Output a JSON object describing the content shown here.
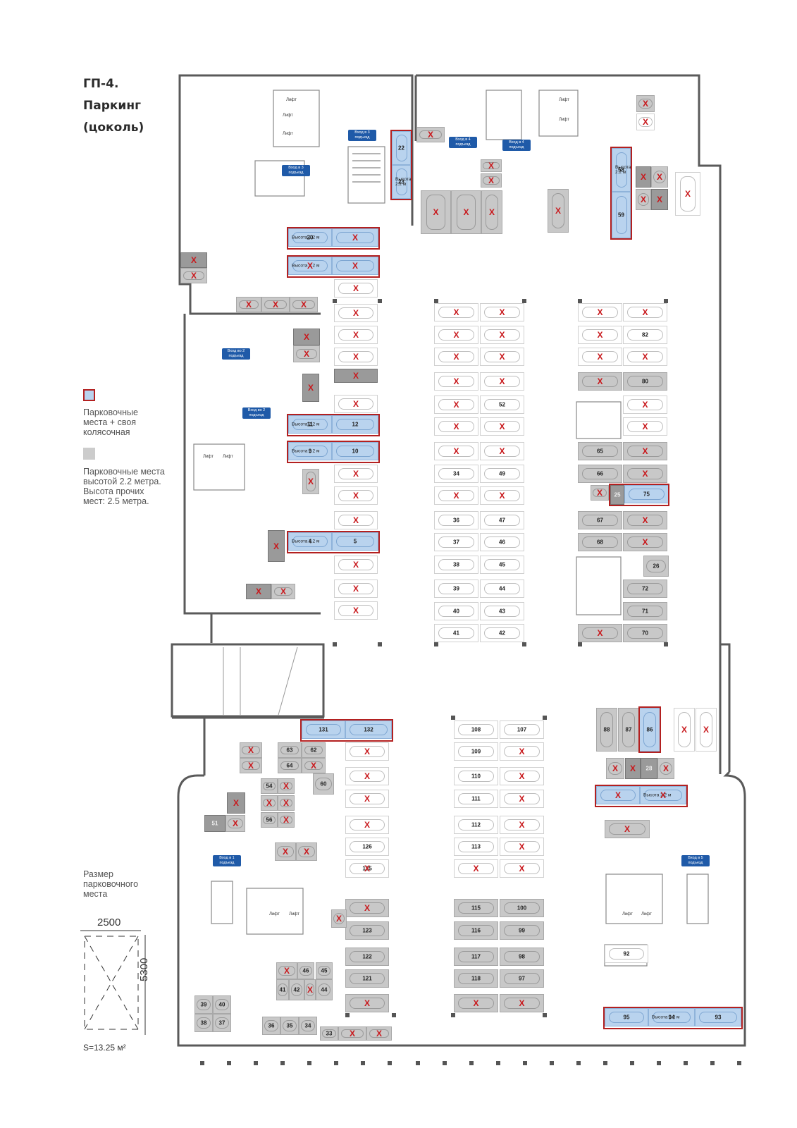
{
  "title_lines": [
    "ГП-4.",
    "Паркинг",
    "(цоколь)"
  ],
  "legend": {
    "blue_text": "Парковочные места + своя колясочная",
    "gray_text": "Парковочные места высотой 2.2 метра. Высота прочих мест: 2.5 метра.",
    "blue_color": "#b9d3ee",
    "blue_border": "#b32020",
    "gray_color": "#cccccc"
  },
  "size_label": "Размер парковочного места",
  "dim_width": "2500",
  "dim_height": "5300",
  "area": "S=13.25 м²",
  "lift_label": "Лифт",
  "entrances": [
    "Вход в 3 подъезд",
    "Вход в 3 подъезд",
    "Вход в 4 подъезд",
    "Вход в 4 подъезд",
    "Вход во 2 подъезд",
    "Вход во 2 подъезд",
    "Вход в 1 подъезд",
    "Вход в 5 подъезд"
  ],
  "height_note": "Высота 2.2 м",
  "sold_mark": "X",
  "colors": {
    "walls": "#5a5a5a",
    "sold": "#c8191d",
    "blue_btn": "#1f5aa8"
  },
  "spaces": [
    {
      "n": "22"
    },
    {
      "n": "23"
    },
    {
      "n": "20"
    },
    {
      "n": "58"
    },
    {
      "n": "59"
    },
    {
      "n": "11"
    },
    {
      "n": "12"
    },
    {
      "n": "9"
    },
    {
      "n": "10"
    },
    {
      "n": "4"
    },
    {
      "n": "5"
    },
    {
      "n": "52"
    },
    {
      "n": "34"
    },
    {
      "n": "49"
    },
    {
      "n": "36"
    },
    {
      "n": "47"
    },
    {
      "n": "37"
    },
    {
      "n": "46"
    },
    {
      "n": "38"
    },
    {
      "n": "45"
    },
    {
      "n": "39"
    },
    {
      "n": "44"
    },
    {
      "n": "40"
    },
    {
      "n": "43"
    },
    {
      "n": "41"
    },
    {
      "n": "42"
    },
    {
      "n": "82"
    },
    {
      "n": "80"
    },
    {
      "n": "65"
    },
    {
      "n": "66"
    },
    {
      "n": "25"
    },
    {
      "n": "75"
    },
    {
      "n": "67"
    },
    {
      "n": "68"
    },
    {
      "n": "26"
    },
    {
      "n": "72"
    },
    {
      "n": "71"
    },
    {
      "n": "70"
    },
    {
      "n": "131"
    },
    {
      "n": "132"
    },
    {
      "n": "108"
    },
    {
      "n": "107"
    },
    {
      "n": "109"
    },
    {
      "n": "110"
    },
    {
      "n": "111"
    },
    {
      "n": "112"
    },
    {
      "n": "113"
    },
    {
      "n": "126"
    },
    {
      "n": "125"
    },
    {
      "n": "123"
    },
    {
      "n": "122"
    },
    {
      "n": "121"
    },
    {
      "n": "115"
    },
    {
      "n": "100"
    },
    {
      "n": "116"
    },
    {
      "n": "99"
    },
    {
      "n": "117"
    },
    {
      "n": "98"
    },
    {
      "n": "118"
    },
    {
      "n": "97"
    },
    {
      "n": "88"
    },
    {
      "n": "87"
    },
    {
      "n": "86"
    },
    {
      "n": "28"
    },
    {
      "n": "63"
    },
    {
      "n": "62"
    },
    {
      "n": "64"
    },
    {
      "n": "60"
    },
    {
      "n": "54"
    },
    {
      "n": "56"
    },
    {
      "n": "51"
    },
    {
      "n": "46"
    },
    {
      "n": "45"
    },
    {
      "n": "41"
    },
    {
      "n": "42"
    },
    {
      "n": "44"
    },
    {
      "n": "39"
    },
    {
      "n": "40"
    },
    {
      "n": "38"
    },
    {
      "n": "37"
    },
    {
      "n": "36"
    },
    {
      "n": "35"
    },
    {
      "n": "34"
    },
    {
      "n": "33"
    },
    {
      "n": "92"
    },
    {
      "n": "95"
    },
    {
      "n": "94"
    },
    {
      "n": "93"
    }
  ]
}
